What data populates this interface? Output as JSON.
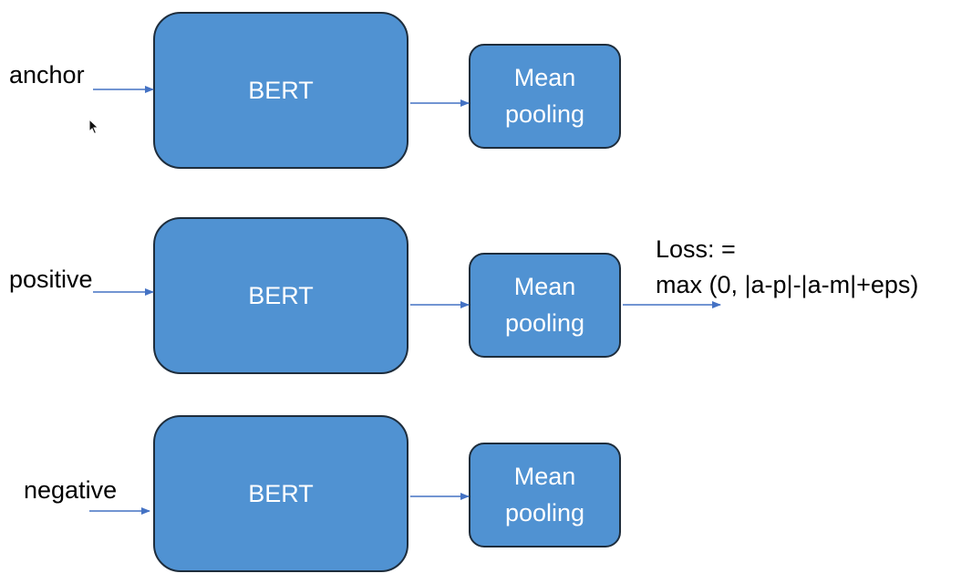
{
  "inputs": {
    "anchor": "anchor",
    "positive": "positive",
    "negative": "negative"
  },
  "encoders": {
    "anchor_label": "BERT",
    "positive_label": "BERT",
    "negative_label": "BERT"
  },
  "poolers": {
    "anchor": {
      "line1": "Mean",
      "line2": "pooling"
    },
    "positive": {
      "line1": "Mean",
      "line2": "pooling"
    },
    "negative": {
      "line1": "Mean",
      "line2": "pooling"
    }
  },
  "loss": {
    "line1": "Loss: =",
    "line2": "max (0,  |a-p|-|a-m|+eps)"
  },
  "colors": {
    "box_fill": "#5092d2",
    "box_border": "#1e2d3c",
    "arrow": "#4472c4",
    "text": "#000000",
    "box_text": "#ffffff"
  },
  "icons": {
    "cursor": "mouse-pointer-icon"
  }
}
